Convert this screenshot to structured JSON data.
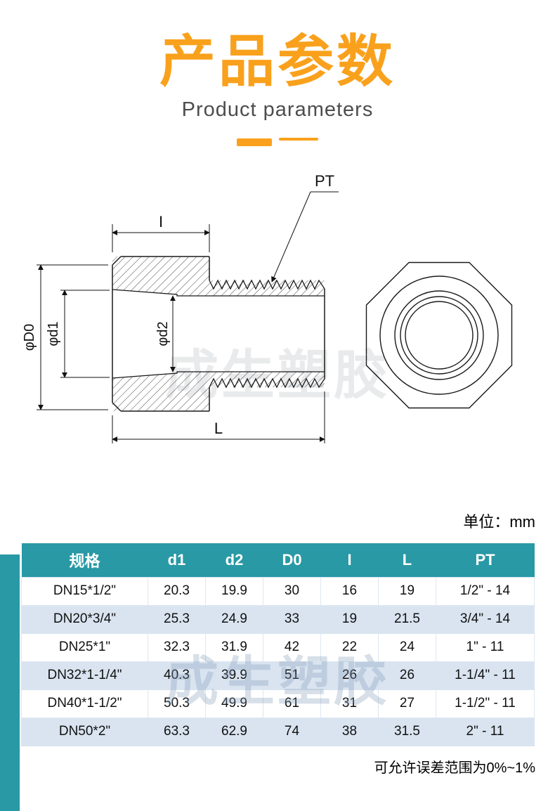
{
  "page": {
    "title": "产品参数",
    "subtitle": "Product parameters",
    "unit_label": "单位：mm",
    "tolerance_note": "可允许误差范围为0%~1%",
    "watermark": "成生塑胶"
  },
  "diagram": {
    "labels": {
      "pt": "PT",
      "i": "I",
      "l": "L",
      "d0": "φD0",
      "d1": "φd1",
      "d2": "φd2"
    }
  },
  "colors": {
    "accent_orange": "#F9A11C",
    "header_teal": "#2899A5",
    "row_alt": "#D9E4F0"
  },
  "table": {
    "headers": [
      "规格",
      "d1",
      "d2",
      "D0",
      "I",
      "L",
      "PT"
    ],
    "rows": [
      [
        "DN15*1/2\"",
        "20.3",
        "19.9",
        "30",
        "16",
        "19",
        "1/2\" - 14"
      ],
      [
        "DN20*3/4\"",
        "25.3",
        "24.9",
        "33",
        "19",
        "21.5",
        "3/4\" - 14"
      ],
      [
        "DN25*1\"",
        "32.3",
        "31.9",
        "42",
        "22",
        "24",
        "1\" - 11"
      ],
      [
        "DN32*1-1/4\"",
        "40.3",
        "39.9",
        "51",
        "26",
        "26",
        "1-1/4\" - 11"
      ],
      [
        "DN40*1-1/2\"",
        "50.3",
        "49.9",
        "61",
        "31",
        "27",
        "1-1/2\" - 11"
      ],
      [
        "DN50*2\"",
        "63.3",
        "62.9",
        "74",
        "38",
        "31.5",
        "2\" - 11"
      ]
    ]
  }
}
